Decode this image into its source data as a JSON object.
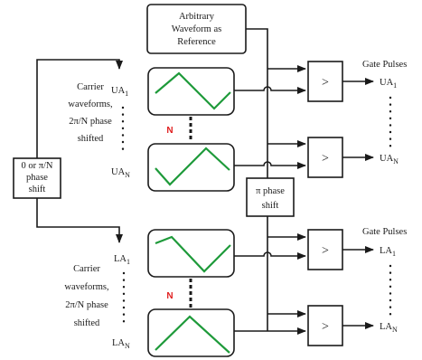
{
  "reference_box": {
    "line1": "Arbitrary",
    "line2": "Waveform as",
    "line3": "Reference"
  },
  "phase_box": {
    "line1": "0 or π/N",
    "line2": "phase",
    "line3": "shift"
  },
  "pi_box": {
    "line1": "π phase",
    "line2": "shift"
  },
  "upper": {
    "carrier_label": {
      "line1": "Carrier",
      "line2": "waveforms,",
      "line3": "2π/N phase",
      "line4": "shifted"
    },
    "first": {
      "main": "UA",
      "sub": "1"
    },
    "last": {
      "main": "UA",
      "sub": "N"
    },
    "n_marker": "N",
    "gate_title": "Gate Pulses",
    "out_first": {
      "main": "UA",
      "sub": "1"
    },
    "out_last": {
      "main": "UA",
      "sub": "N"
    }
  },
  "lower": {
    "carrier_label": {
      "line1": "Carrier",
      "line2": "waveforms,",
      "line3": "2π/N phase",
      "line4": "shifted"
    },
    "first": {
      "main": "LA",
      "sub": "1"
    },
    "last": {
      "main": "LA",
      "sub": "N"
    },
    "n_marker": "N",
    "gate_title": "Gate Pulses",
    "out_first": {
      "main": "LA",
      "sub": "1"
    },
    "out_last": {
      "main": "LA",
      "sub": "N"
    }
  },
  "comparator_symbol": ">",
  "colors": {
    "carrier": "#1e9a3a",
    "n_marker": "#e02020",
    "lines": "#1a1a1a"
  }
}
